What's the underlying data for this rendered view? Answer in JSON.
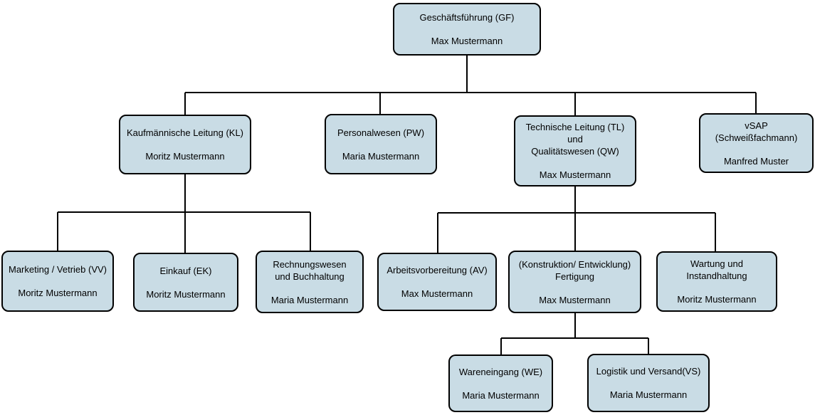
{
  "diagram": {
    "type": "org-chart",
    "background_color": "#ffffff",
    "node_fill_color": "#c9dce5",
    "node_border_color": "#000000",
    "connector_color": "#000000",
    "text_color": "#000000"
  },
  "nodes": {
    "gf": {
      "title": [
        "Geschäftsführung (GF)"
      ],
      "person": "Max Mustermann"
    },
    "kl": {
      "title": [
        "Kaufmännische Leitung (KL)"
      ],
      "person": "Moritz Mustermann"
    },
    "pw": {
      "title": [
        "Personalwesen (PW)"
      ],
      "person": "Maria Mustermann"
    },
    "tl": {
      "title": [
        "Technische Leitung (TL)",
        "und",
        "Qualitätswesen (QW)"
      ],
      "person": "Max Mustermann"
    },
    "vsap": {
      "title": [
        "vSAP",
        "(Schweißfachmann)"
      ],
      "person": "Manfred Muster"
    },
    "marketing": {
      "title": [
        "Marketing / Vetrieb (VV)"
      ],
      "person": "Moritz Mustermann"
    },
    "einkauf": {
      "title": [
        "Einkauf (EK)"
      ],
      "person": "Moritz Mustermann"
    },
    "rechnungswesen": {
      "title": [
        "Rechnungswesen",
        "und Buchhaltung"
      ],
      "person": "Maria Mustermann"
    },
    "av": {
      "title": [
        "Arbeitsvorbereitung (AV)"
      ],
      "person": "Max Mustermann"
    },
    "fertigung": {
      "title": [
        "(Konstruktion/ Entwicklung)",
        "Fertigung"
      ],
      "person": "Max Mustermann"
    },
    "wartung": {
      "title": [
        "Wartung und",
        "Instandhaltung"
      ],
      "person": "Moritz Mustermann"
    },
    "wareneingang": {
      "title": [
        "Wareneingang (WE)"
      ],
      "person": "Maria Mustermann"
    },
    "logistik": {
      "title": [
        "Logistik und Versand(VS)"
      ],
      "person": "Maria Mustermann"
    }
  }
}
